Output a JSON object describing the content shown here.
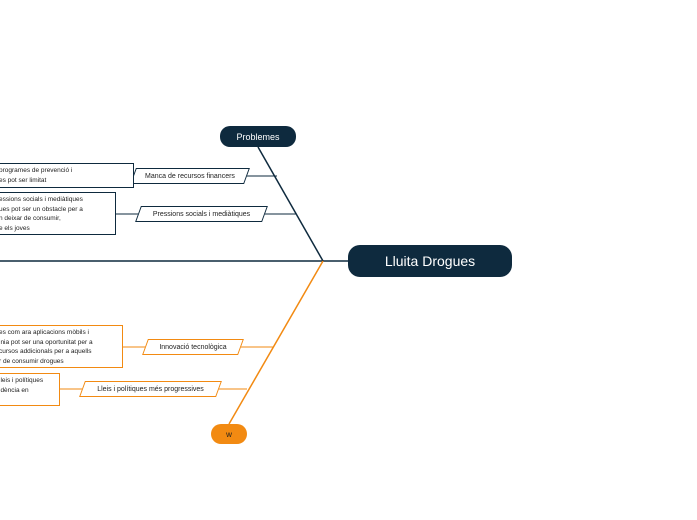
{
  "diagram": {
    "central_topic": "Lluita Drogues",
    "colors": {
      "navy": "#0e2a3e",
      "orange": "#f28a12",
      "background": "#ffffff"
    },
    "categories": [
      {
        "label": "Problemes",
        "causes": [
          {
            "label": "Manca de recursos financers",
            "note_lines": [
              "programes de prevenció i",
              "es pot ser limitat"
            ]
          },
          {
            "label": "Pressions socials i mediàtiques",
            "note_lines": [
              "essions socials i mediàtiques",
              "ues pot ser un obstacle per a",
              "n deixar de consumir,",
              "e els joves"
            ]
          }
        ]
      },
      {
        "label": "w",
        "causes": [
          {
            "label": "Innovació tecnològica",
            "note_lines": [
              "es com ara aplicacions mòbils i",
              "inia pot ser una oportunitat per a",
              "cursos addicionals per a aquells",
              "r de consumir drogues"
            ]
          },
          {
            "label": "Lleis i polítiques més progressives",
            "note_lines": [
              "lleis i polítiques",
              "idència en"
            ]
          }
        ]
      }
    ]
  }
}
